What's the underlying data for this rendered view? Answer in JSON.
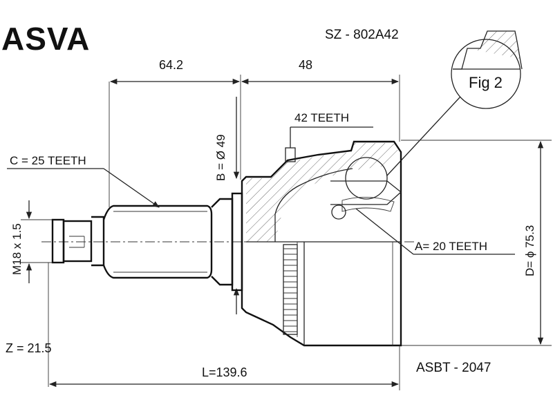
{
  "brand": "ASVA",
  "part_number": "SZ - 802A42",
  "catalog_number": "ASBT - 2047",
  "fig_label": "Fig 2",
  "dimensions": {
    "dim_top_left": "64.2",
    "dim_top_right": "48",
    "diameter_b": "B = Ø 49",
    "diameter_d": "D= ϕ 75.3",
    "thread": "M18 x 1.5",
    "length": "L=139.6",
    "z": "Z = 21.5"
  },
  "teeth": {
    "c": "C = 25 TEETH",
    "top": "42 TEETH",
    "a": "A= 20 TEETH"
  }
}
